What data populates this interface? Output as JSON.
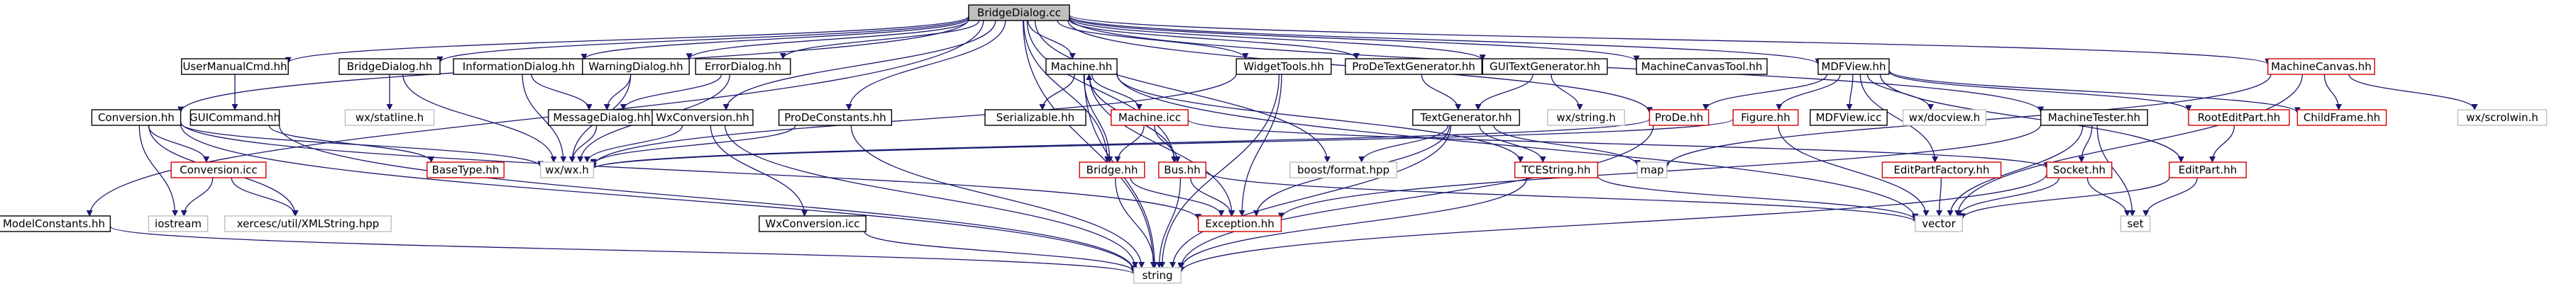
{
  "colors": {
    "normal_border": "#000000",
    "red_border": "#d00000",
    "system_border": "#bfbfbf",
    "root_fill": "#bfbfbf",
    "edge_blue": "#191970",
    "edge_purple": "#a020f0",
    "edge_red": "#cc0000"
  },
  "nodes": [
    {
      "id": "BridgeDialog.cc",
      "label": "BridgeDialog.cc",
      "style": "root"
    },
    {
      "id": "Conversion.hh",
      "label": "Conversion.hh",
      "style": "normal"
    },
    {
      "id": "ModelConstants.hh",
      "label": "ModelConstants.hh",
      "style": "normal"
    },
    {
      "id": "UserManualCmd.hh",
      "label": "UserManualCmd.hh",
      "style": "normal"
    },
    {
      "id": "GUICommand.hh",
      "label": "GUICommand.hh",
      "style": "normal"
    },
    {
      "id": "BridgeDialog.hh",
      "label": "BridgeDialog.hh",
      "style": "normal"
    },
    {
      "id": "wx/statline.h",
      "label": "wx/statline.h",
      "style": "system"
    },
    {
      "id": "InformationDialog.hh",
      "label": "InformationDialog.hh",
      "style": "normal"
    },
    {
      "id": "WarningDialog.hh",
      "label": "WarningDialog.hh",
      "style": "normal"
    },
    {
      "id": "ErrorDialog.hh",
      "label": "ErrorDialog.hh",
      "style": "normal"
    },
    {
      "id": "MessageDialog.hh",
      "label": "MessageDialog.hh",
      "style": "normal"
    },
    {
      "id": "WxConversion.hh",
      "label": "WxConversion.hh",
      "style": "normal"
    },
    {
      "id": "ProDeConstants.hh",
      "label": "ProDeConstants.hh",
      "style": "normal"
    },
    {
      "id": "Machine.hh",
      "label": "Machine.hh",
      "style": "normal"
    },
    {
      "id": "WidgetTools.hh",
      "label": "WidgetTools.hh",
      "style": "normal"
    },
    {
      "id": "ProDeTextGenerator.hh",
      "label": "ProDeTextGenerator.hh",
      "style": "normal"
    },
    {
      "id": "GUITextGenerator.hh",
      "label": "GUITextGenerator.hh",
      "style": "normal"
    },
    {
      "id": "MachineCanvasTool.hh",
      "label": "MachineCanvasTool.hh",
      "style": "normal"
    },
    {
      "id": "MDFView.hh",
      "label": "MDFView.hh",
      "style": "normal"
    },
    {
      "id": "MachineCanvas.hh",
      "label": "MachineCanvas.hh",
      "style": "red"
    },
    {
      "id": "Conversion.icc",
      "label": "Conversion.icc",
      "style": "red"
    },
    {
      "id": "BaseType.hh",
      "label": "BaseType.hh",
      "style": "red"
    },
    {
      "id": "wx/wx.h",
      "label": "wx/wx.h",
      "style": "system"
    },
    {
      "id": "Serializable.hh",
      "label": "Serializable.hh",
      "style": "normal"
    },
    {
      "id": "Machine.icc",
      "label": "Machine.icc",
      "style": "red"
    },
    {
      "id": "Bridge.hh",
      "label": "Bridge.hh",
      "style": "red"
    },
    {
      "id": "Bus.hh",
      "label": "Bus.hh",
      "style": "red"
    },
    {
      "id": "boost/format.hpp",
      "label": "boost/format.hpp",
      "style": "system"
    },
    {
      "id": "TextGenerator.hh",
      "label": "TextGenerator.hh",
      "style": "normal"
    },
    {
      "id": "wx/string.h",
      "label": "wx/string.h",
      "style": "system"
    },
    {
      "id": "ProDe.hh",
      "label": "ProDe.hh",
      "style": "red"
    },
    {
      "id": "Figure.hh",
      "label": "Figure.hh",
      "style": "red"
    },
    {
      "id": "MDFView.icc",
      "label": "MDFView.icc",
      "style": "normal"
    },
    {
      "id": "wx/docview.h",
      "label": "wx/docview.h",
      "style": "system"
    },
    {
      "id": "MachineTester.hh",
      "label": "MachineTester.hh",
      "style": "normal"
    },
    {
      "id": "RootEditPart.hh",
      "label": "RootEditPart.hh",
      "style": "red"
    },
    {
      "id": "ChildFrame.hh",
      "label": "ChildFrame.hh",
      "style": "red"
    },
    {
      "id": "wx/scrolwin.h",
      "label": "wx/scrolwin.h",
      "style": "system"
    },
    {
      "id": "iostream",
      "label": "iostream",
      "style": "system"
    },
    {
      "id": "xercesc/util/XMLString.hpp",
      "label": "xercesc/util/XMLString.hpp",
      "style": "system"
    },
    {
      "id": "WxConversion.icc",
      "label": "WxConversion.icc",
      "style": "normal"
    },
    {
      "id": "Exception.hh",
      "label": "Exception.hh",
      "style": "red"
    },
    {
      "id": "TCEString.hh",
      "label": "TCEString.hh",
      "style": "red"
    },
    {
      "id": "map",
      "label": "map",
      "style": "system"
    },
    {
      "id": "EditPartFactory.hh",
      "label": "EditPartFactory.hh",
      "style": "red"
    },
    {
      "id": "Socket.hh",
      "label": "Socket.hh",
      "style": "red"
    },
    {
      "id": "EditPart.hh",
      "label": "EditPart.hh",
      "style": "red"
    },
    {
      "id": "vector",
      "label": "vector",
      "style": "system"
    },
    {
      "id": "set",
      "label": "set",
      "style": "system"
    },
    {
      "id": "string",
      "label": "string",
      "style": "system"
    }
  ],
  "edges": [
    [
      "BridgeDialog.cc",
      "Conversion.hh"
    ],
    [
      "BridgeDialog.cc",
      "ModelConstants.hh"
    ],
    [
      "BridgeDialog.cc",
      "UserManualCmd.hh"
    ],
    [
      "BridgeDialog.cc",
      "BridgeDialog.hh"
    ],
    [
      "BridgeDialog.cc",
      "InformationDialog.hh"
    ],
    [
      "BridgeDialog.cc",
      "WarningDialog.hh"
    ],
    [
      "BridgeDialog.cc",
      "ErrorDialog.hh"
    ],
    [
      "BridgeDialog.cc",
      "WxConversion.hh"
    ],
    [
      "BridgeDialog.cc",
      "ProDeConstants.hh"
    ],
    [
      "BridgeDialog.cc",
      "Machine.hh"
    ],
    [
      "BridgeDialog.cc",
      "WidgetTools.hh"
    ],
    [
      "BridgeDialog.cc",
      "ProDeTextGenerator.hh"
    ],
    [
      "BridgeDialog.cc",
      "GUITextGenerator.hh"
    ],
    [
      "BridgeDialog.cc",
      "MachineCanvasTool.hh"
    ],
    [
      "BridgeDialog.cc",
      "MDFView.hh"
    ],
    [
      "BridgeDialog.cc",
      "MachineCanvas.hh"
    ],
    [
      "BridgeDialog.cc",
      "Bridge.hh"
    ],
    [
      "BridgeDialog.cc",
      "Bus.hh"
    ],
    [
      "BridgeDialog.cc",
      "ProDe.hh"
    ],
    [
      "BridgeDialog.cc",
      "MachineTester.hh"
    ],
    [
      "BridgeDialog.cc",
      "boost/format.hpp"
    ],
    [
      "BridgeDialog.cc",
      "string"
    ],
    [
      "Conversion.hh",
      "Conversion.icc"
    ],
    [
      "Conversion.hh",
      "iostream"
    ],
    [
      "Conversion.hh",
      "xercesc/util/XMLString.hpp"
    ],
    [
      "Conversion.hh",
      "Exception.hh"
    ],
    [
      "Conversion.hh",
      "string"
    ],
    [
      "Conversion.hh",
      "wx/wx.h"
    ],
    [
      "Conversion.icc",
      "iostream"
    ],
    [
      "Conversion.icc",
      "xercesc/util/XMLString.hpp"
    ],
    [
      "ModelConstants.hh",
      "string"
    ],
    [
      "UserManualCmd.hh",
      "GUICommand.hh"
    ],
    [
      "GUICommand.hh",
      "BaseType.hh"
    ],
    [
      "GUICommand.hh",
      "string"
    ],
    [
      "BridgeDialog.hh",
      "wx/statline.h"
    ],
    [
      "BridgeDialog.hh",
      "wx/wx.h"
    ],
    [
      "InformationDialog.hh",
      "MessageDialog.hh"
    ],
    [
      "InformationDialog.hh",
      "wx/wx.h"
    ],
    [
      "WarningDialog.hh",
      "MessageDialog.hh"
    ],
    [
      "WarningDialog.hh",
      "wx/wx.h"
    ],
    [
      "ErrorDialog.hh",
      "MessageDialog.hh"
    ],
    [
      "ErrorDialog.hh",
      "wx/wx.h"
    ],
    [
      "MessageDialog.hh",
      "wx/wx.h"
    ],
    [
      "WxConversion.hh",
      "WxConversion.icc"
    ],
    [
      "WxConversion.hh",
      "wx/wx.h"
    ],
    [
      "WxConversion.hh",
      "string"
    ],
    [
      "WxConversion.icc",
      "string"
    ],
    [
      "ProDeConstants.hh",
      "wx/wx.h"
    ],
    [
      "ProDeConstants.hh",
      "string"
    ],
    [
      "Machine.hh",
      "Serializable.hh"
    ],
    [
      "Machine.hh",
      "Machine.icc"
    ],
    [
      "Machine.hh",
      "Bridge.hh"
    ],
    [
      "Machine.hh",
      "Bus.hh"
    ],
    [
      "Machine.hh",
      "TCEString.hh"
    ],
    [
      "Machine.hh",
      "Exception.hh"
    ],
    [
      "Machine.hh",
      "vector"
    ],
    [
      "Machine.hh",
      "string"
    ],
    [
      "Machine.icc",
      "Bridge.hh"
    ],
    [
      "Machine.icc",
      "Bus.hh"
    ],
    [
      "Machine.icc",
      "Socket.hh"
    ],
    [
      "Bridge.hh",
      "Exception.hh"
    ],
    [
      "Bridge.hh",
      "string"
    ],
    [
      "Bus.hh",
      "Exception.hh"
    ],
    [
      "Bus.hh",
      "Machine.hh"
    ],
    [
      "Bus.hh",
      "string"
    ],
    [
      "Bus.hh",
      "vector"
    ],
    [
      "WidgetTools.hh",
      "wx/wx.h"
    ],
    [
      "WidgetTools.hh",
      "Exception.hh"
    ],
    [
      "WidgetTools.hh",
      "string"
    ],
    [
      "ProDeTextGenerator.hh",
      "TextGenerator.hh"
    ],
    [
      "GUITextGenerator.hh",
      "TextGenerator.hh"
    ],
    [
      "GUITextGenerator.hh",
      "wx/string.h"
    ],
    [
      "TextGenerator.hh",
      "boost/format.hpp"
    ],
    [
      "TextGenerator.hh",
      "map"
    ],
    [
      "TextGenerator.hh",
      "Exception.hh"
    ],
    [
      "TextGenerator.hh",
      "TCEString.hh"
    ],
    [
      "TextGenerator.hh",
      "string"
    ],
    [
      "TCEString.hh",
      "string"
    ],
    [
      "TCEString.hh",
      "vector"
    ],
    [
      "MDFView.hh",
      "ProDe.hh"
    ],
    [
      "MDFView.hh",
      "Figure.hh"
    ],
    [
      "MDFView.hh",
      "MDFView.icc"
    ],
    [
      "MDFView.hh",
      "wx/docview.h"
    ],
    [
      "MDFView.hh",
      "RootEditPart.hh"
    ],
    [
      "MDFView.hh",
      "ChildFrame.hh"
    ],
    [
      "MDFView.hh",
      "EditPartFactory.hh"
    ],
    [
      "MDFView.hh",
      "EditPart.hh"
    ],
    [
      "ProDe.hh",
      "wx/wx.h"
    ],
    [
      "ProDe.hh",
      "string"
    ],
    [
      "Figure.hh",
      "wx/wx.h"
    ],
    [
      "Figure.hh",
      "vector"
    ],
    [
      "RootEditPart.hh",
      "EditPart.hh"
    ],
    [
      "EditPartFactory.hh",
      "vector"
    ],
    [
      "EditPart.hh",
      "set"
    ],
    [
      "EditPart.hh",
      "vector"
    ],
    [
      "MachineCanvas.hh",
      "ChildFrame.hh"
    ],
    [
      "MachineCanvas.hh",
      "wx/scrolwin.h"
    ],
    [
      "MachineCanvas.hh",
      "vector"
    ],
    [
      "MachineCanvas.hh",
      "map"
    ],
    [
      "MachineTester.hh",
      "Socket.hh"
    ],
    [
      "MachineTester.hh",
      "set"
    ],
    [
      "MachineTester.hh",
      "Exception.hh"
    ],
    [
      "MachineTester.hh",
      "vector"
    ],
    [
      "Socket.hh",
      "vector"
    ],
    [
      "Socket.hh",
      "set"
    ],
    [
      "Socket.hh",
      "string"
    ]
  ]
}
